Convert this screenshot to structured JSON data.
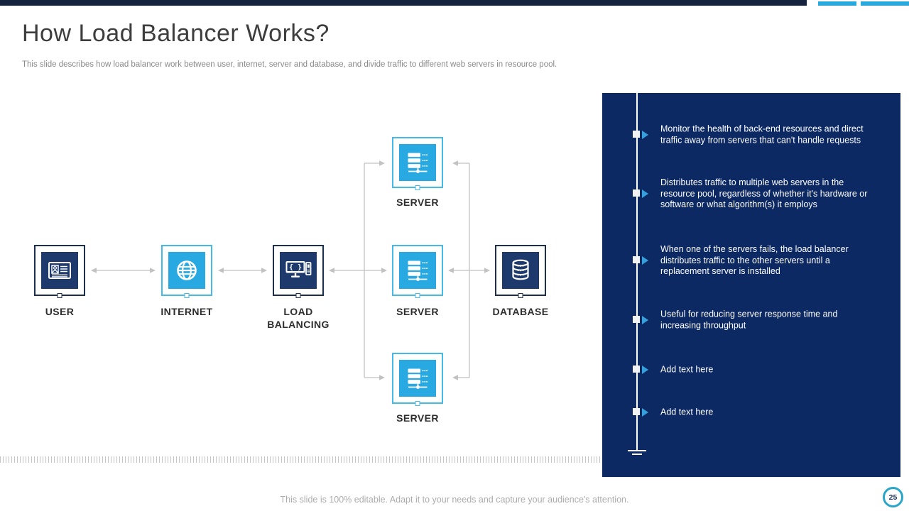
{
  "slide": {
    "title": "How Load Balancer Works?",
    "subtitle": "This slide describes how load balancer work between user, internet, server and database, and divide traffic to different web servers in resource pool.",
    "footer": "This slide is 100% editable. Adapt it to your needs and capture your audience's attention.",
    "page_number": "25"
  },
  "diagram": {
    "nodes": {
      "user": {
        "label": "USER",
        "icon": "id-card-icon",
        "style": "navy"
      },
      "internet": {
        "label": "INTERNET",
        "icon": "globe-icon",
        "style": "blue"
      },
      "load_balancing": {
        "label": "LOAD BALANCING",
        "icon": "monitor-code-icon",
        "style": "navy"
      },
      "server_top": {
        "label": "SERVER",
        "icon": "server-rack-icon",
        "style": "blue"
      },
      "server_mid": {
        "label": "SERVER",
        "icon": "server-rack-icon",
        "style": "blue"
      },
      "server_bottom": {
        "label": "SERVER",
        "icon": "server-rack-icon",
        "style": "blue"
      },
      "database": {
        "label": "DATABASE",
        "icon": "database-icon",
        "style": "navy"
      }
    }
  },
  "panel": {
    "items": [
      {
        "text": "Monitor the health of back-end resources and direct traffic away from servers that can't handle requests"
      },
      {
        "text": "Distributes traffic to multiple web servers in the resource pool, regardless of whether it's hardware or software or what algorithm(s) it employs"
      },
      {
        "text": "When one of the servers fails, the load balancer distributes traffic to the other servers until a replacement server is installed"
      },
      {
        "text": "Useful for reducing server response time and increasing throughput"
      },
      {
        "text": "Add text here"
      },
      {
        "text": "Add text here"
      }
    ]
  },
  "colors": {
    "navy_fill": "#1E3A6D",
    "navy_border": "#1C2F4F",
    "accent_blue": "#29A9E1",
    "blue_border": "#45B9E8",
    "panel_navy": "#0C2963",
    "topbar_navy": "#16233F",
    "topbar_accent": "#29A8DC",
    "arrow_gray": "#C9C9C9"
  }
}
